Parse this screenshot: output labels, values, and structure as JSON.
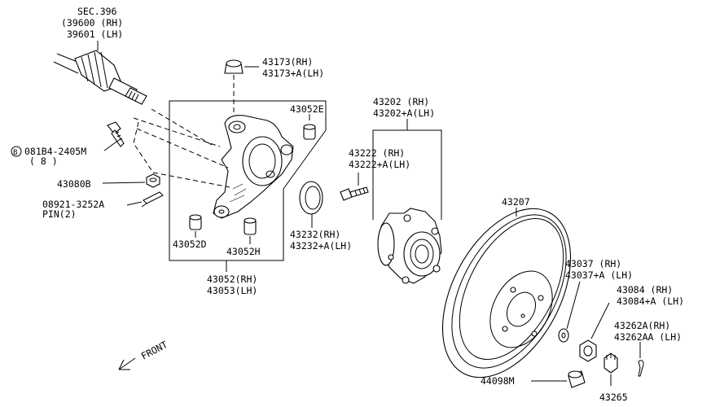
{
  "labels": {
    "sec": "SEC.396",
    "sec_rh": "(39600 (RH)",
    "sec_lh": "39601 (LH)",
    "p43173_rh": "43173(RH)",
    "p43173_lh": "43173+A(LH)",
    "p43052e": "43052E",
    "bolt_b": "B",
    "bolt_code": "081B4-2405M",
    "bolt_qty": "( 8 )",
    "p43080b": "43080B",
    "pin_code": "08921-3252A",
    "pin_qty": "PIN(2)",
    "p43052d": "43052D",
    "p43052h": "43052H",
    "knuckle_rh": "43052(RH)",
    "knuckle_lh": "43053(LH)",
    "p43202_rh": "43202 (RH)",
    "p43202_lh": "43202+A(LH)",
    "p43222_rh": "43222 (RH)",
    "p43222_lh": "43222+A(LH)",
    "p43232_rh": "43232(RH)",
    "p43232_lh": "43232+A(LH)",
    "p43207": "43207",
    "p43037_rh": "43037 (RH)",
    "p43037_lh": "43037+A (LH)",
    "p43084_rh": "43084 (RH)",
    "p43084_lh": "43084+A (LH)",
    "p43262_rh": "43262A(RH)",
    "p43262_lh": "43262AA (LH)",
    "p44098m": "44098M",
    "p43265": "43265",
    "front": "FRONT"
  }
}
